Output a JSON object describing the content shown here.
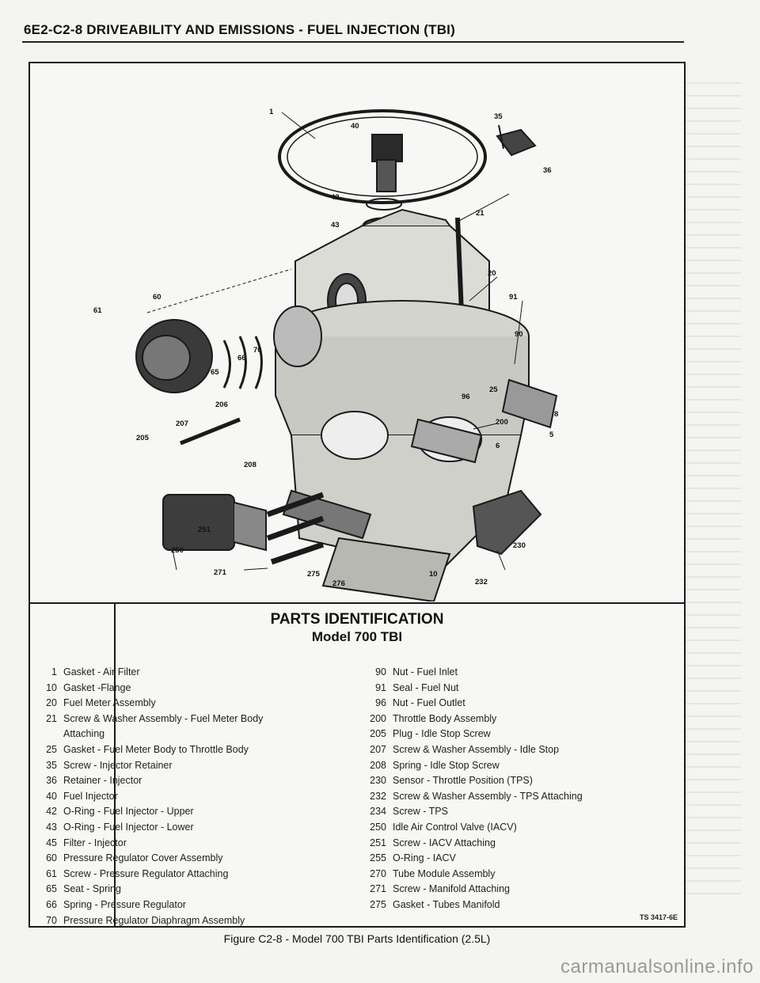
{
  "header": {
    "title": "6E2-C2-8 DRIVEABILITY AND EMISSIONS - FUEL INJECTION (TBI)"
  },
  "diagram": {
    "labels": [
      "1",
      "40",
      "35",
      "36",
      "42",
      "43",
      "21",
      "20",
      "60",
      "61",
      "65",
      "66",
      "70",
      "91",
      "90",
      "25",
      "96",
      "200",
      "207",
      "206",
      "205",
      "208",
      "250",
      "251",
      "271",
      "275",
      "276",
      "10",
      "230",
      "232",
      "5",
      "6",
      "8"
    ]
  },
  "parts": {
    "title": "PARTS IDENTIFICATION",
    "subtitle": "Model 700 TBI",
    "left": [
      {
        "num": "1",
        "desc": "Gasket - Air Filter"
      },
      {
        "num": "10",
        "desc": "Gasket -Flange"
      },
      {
        "num": "20",
        "desc": "Fuel Meter Assembly"
      },
      {
        "num": "21",
        "desc": "Screw & Washer Assembly - Fuel Meter Body"
      },
      {
        "num": "",
        "desc": "Attaching"
      },
      {
        "num": "25",
        "desc": "Gasket - Fuel Meter Body to Throttle Body"
      },
      {
        "num": "35",
        "desc": "Screw - Injector Retainer"
      },
      {
        "num": "36",
        "desc": "Retainer - Injector"
      },
      {
        "num": "40",
        "desc": "Fuel Injector"
      },
      {
        "num": "42",
        "desc": "O-Ring - Fuel Injector - Upper"
      },
      {
        "num": "43",
        "desc": "O-Ring - Fuel Injector - Lower"
      },
      {
        "num": "45",
        "desc": "Filter - Injector"
      },
      {
        "num": "60",
        "desc": "Pressure Regulator Cover Assembly"
      },
      {
        "num": "61",
        "desc": "Screw - Pressure Regulator Attaching"
      },
      {
        "num": "65",
        "desc": "Seat - Spring"
      },
      {
        "num": "66",
        "desc": "Spring - Pressure Regulator"
      },
      {
        "num": "70",
        "desc": "Pressure Regulator Diaphragm Assembly"
      }
    ],
    "right": [
      {
        "num": "90",
        "desc": "Nut - Fuel Inlet"
      },
      {
        "num": "91",
        "desc": "Seal - Fuel Nut"
      },
      {
        "num": "96",
        "desc": "Nut - Fuel Outlet"
      },
      {
        "num": "200",
        "desc": "Throttle Body Assembly"
      },
      {
        "num": "205",
        "desc": "Plug - Idle Stop Screw"
      },
      {
        "num": "207",
        "desc": "Screw & Washer Assembly - Idle Stop"
      },
      {
        "num": "208",
        "desc": "Spring - Idle Stop Screw"
      },
      {
        "num": "230",
        "desc": "Sensor - Throttle Position (TPS)"
      },
      {
        "num": "232",
        "desc": "Screw & Washer Assembly - TPS Attaching"
      },
      {
        "num": "234",
        "desc": "Screw - TPS"
      },
      {
        "num": "250",
        "desc": "Idle Air Control Valve (IACV)"
      },
      {
        "num": "251",
        "desc": "Screw - IACV Attaching"
      },
      {
        "num": "255",
        "desc": "O-Ring - IACV"
      },
      {
        "num": "270",
        "desc": "Tube Module Assembly"
      },
      {
        "num": "271",
        "desc": "Screw - Manifold Attaching"
      },
      {
        "num": "275",
        "desc": "Gasket - Tubes Manifold"
      }
    ],
    "figure_code": "TS 3417-6E"
  },
  "caption": "Figure C2-8 - Model 700 TBI Parts Identification (2.5L)",
  "watermark": "carmanualsonline.info"
}
